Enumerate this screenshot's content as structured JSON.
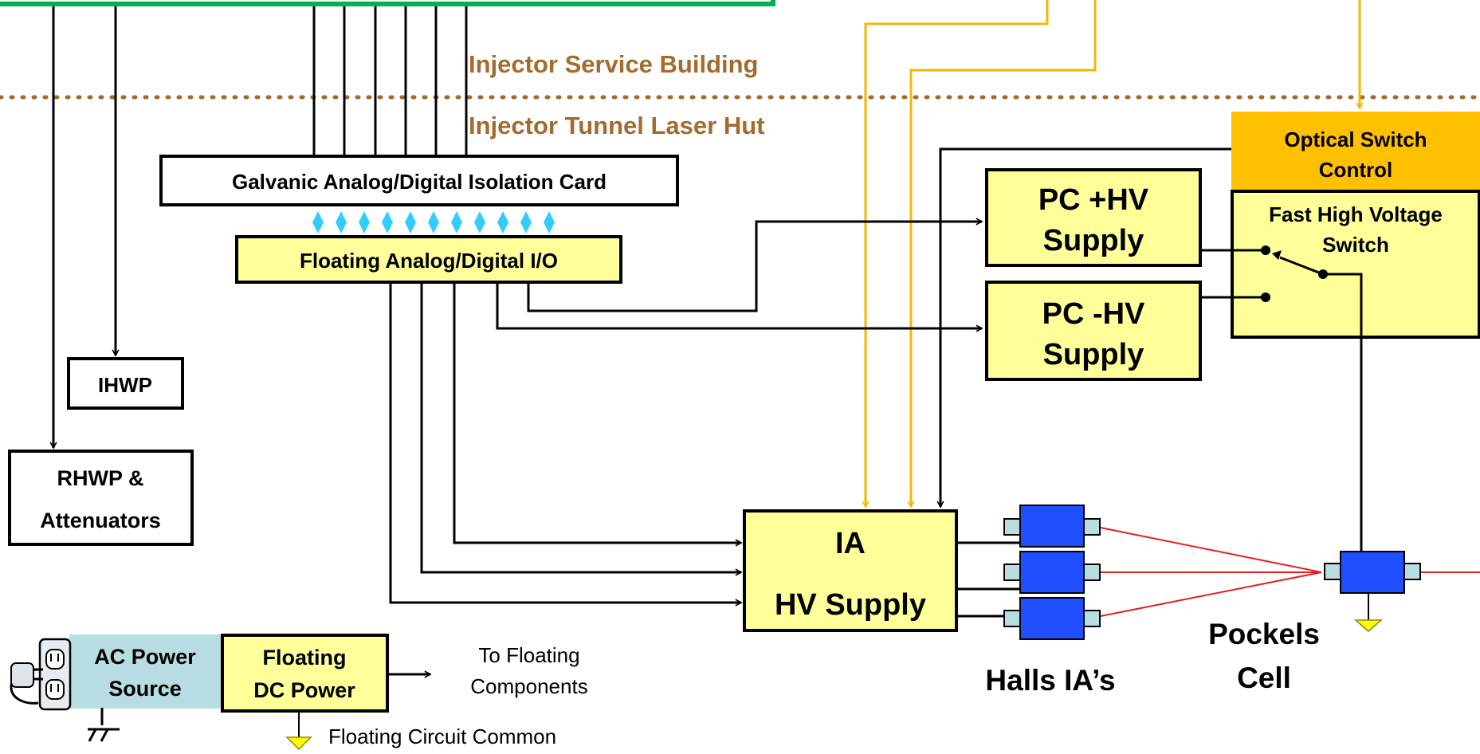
{
  "zones": {
    "upper": "Injector Service Building",
    "lower": "Injector Tunnel Laser Hut"
  },
  "boxes": {
    "galvanic": "Galvanic Analog/Digital Isolation Card",
    "floating_io": "Floating Analog/Digital I/O",
    "ihwp": "IHWP",
    "rhwp_line1": "RHWP &",
    "rhwp_line2": "Attenuators",
    "pc_pos_line1": "PC +HV",
    "pc_pos_line2": "Supply",
    "pc_neg_line1": "PC -HV",
    "pc_neg_line2": "Supply",
    "optical_line1": "Optical Switch",
    "optical_line2": "Control",
    "fast_hv_line1": "Fast High Voltage",
    "fast_hv_line2": "Switch",
    "ia_line1": "IA",
    "ia_line2": "HV Supply",
    "ac_line1": "AC Power",
    "ac_line2": "Source",
    "floating_dc_line1": "Floating",
    "floating_dc_line2": "DC Power"
  },
  "labels": {
    "to_floating_line1": "To Floating",
    "to_floating_line2": "Components",
    "floating_common": "Floating Circuit Common",
    "halls_ias": "Halls IA’s",
    "pockels_line1": "Pockels",
    "pockels_line2": "Cell"
  },
  "colors": {
    "zone_text": "#a36b2e",
    "yellow_box": "#ffff99",
    "optical_orange": "#ffc000",
    "optical_line": "#f2b800",
    "blue_device": "#1f4fff",
    "laser_red": "#e02020",
    "ac_box": "#b7dde3",
    "isolation_diamond": "#33ccff",
    "green_frame": "#00b050"
  },
  "icons": [
    "power-outlet-icon",
    "ground-icon",
    "floating-common-triangle-icon"
  ]
}
